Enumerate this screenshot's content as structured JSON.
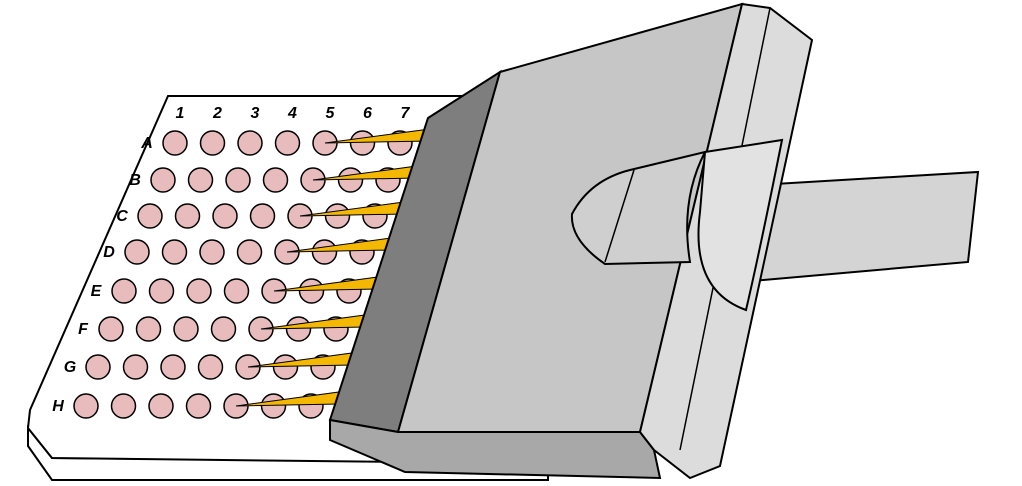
{
  "plate": {
    "column_labels": [
      "1",
      "2",
      "3",
      "4",
      "5",
      "6",
      "7"
    ],
    "row_labels": [
      "A",
      "B",
      "C",
      "D",
      "E",
      "F",
      "G",
      "H"
    ],
    "colors": {
      "well_fill": "#e8bcbc",
      "plate_fill": "#ffffff",
      "tip_fill": "#f5b800",
      "pipette_face": "#c8c8c8",
      "pipette_side": "#7e7e7e",
      "pipette_light": "#e0e0e0"
    }
  }
}
